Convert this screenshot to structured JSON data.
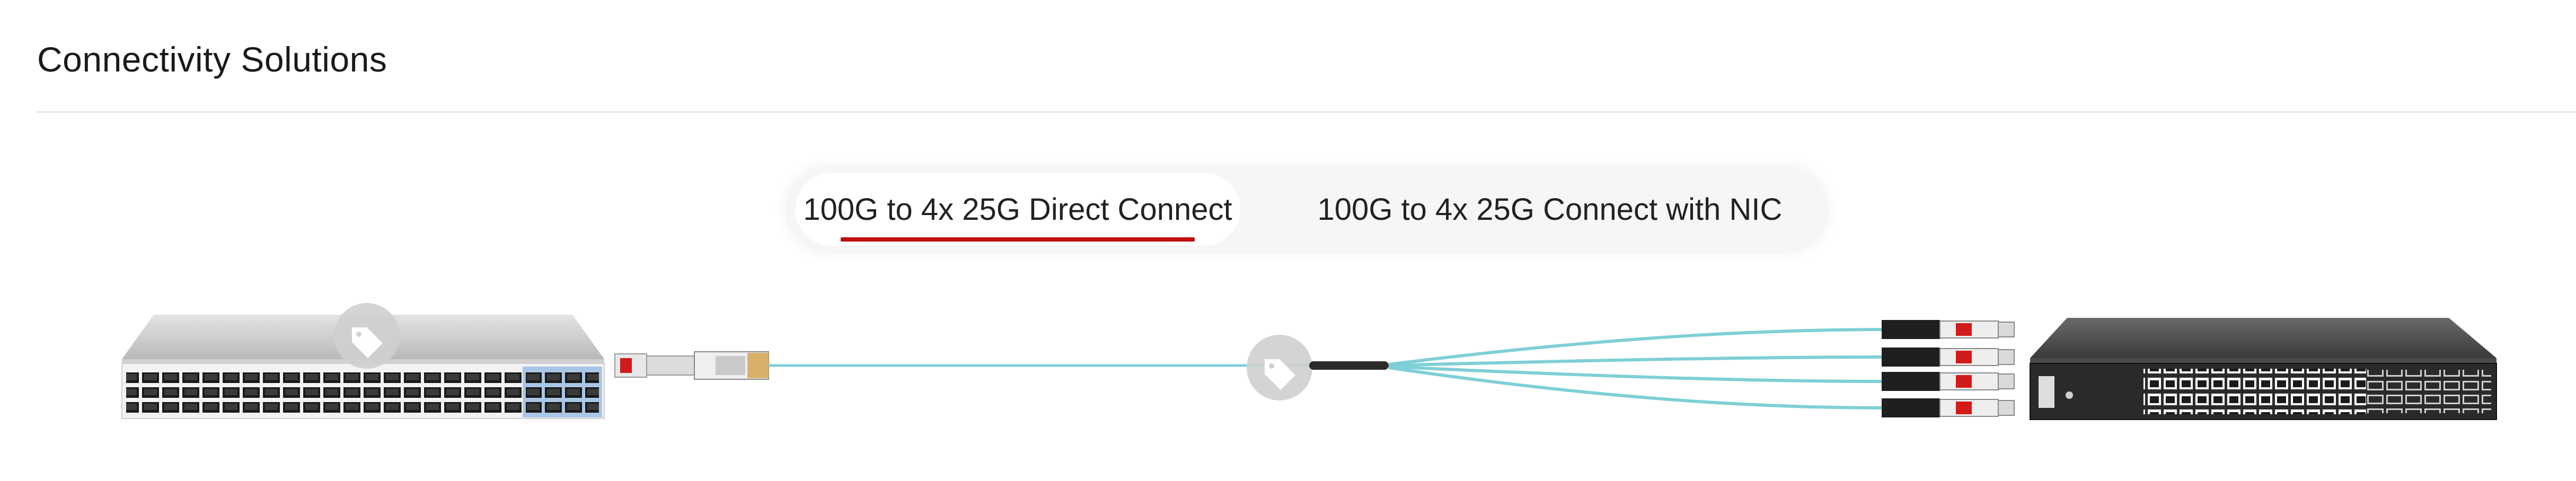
{
  "section": {
    "title": "Connectivity Solutions"
  },
  "tabs": [
    {
      "label": "100G to 4x 25G Direct Connect",
      "active": true
    },
    {
      "label": "100G to 4x 25G Connect with NIC",
      "active": false
    }
  ],
  "colors": {
    "accent": "#c00d0d",
    "cable": "#7fcfd6",
    "tag_badge": "#cccccc"
  },
  "icons": {
    "tag_left": "price-tag-icon",
    "tag_center": "price-tag-icon"
  }
}
